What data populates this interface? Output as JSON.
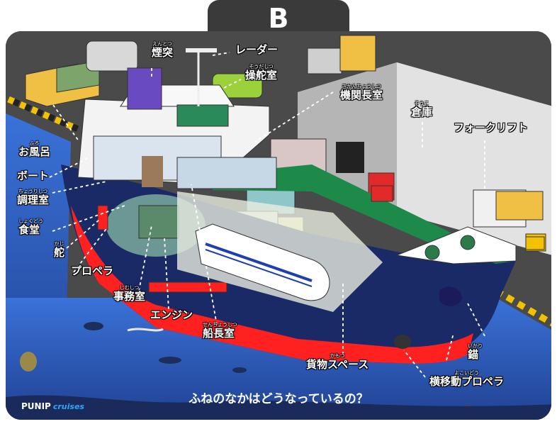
{
  "header": {
    "letter": "B"
  },
  "caption": "ふねのなかはどうなっているの？",
  "logo": {
    "main": "PUNIP",
    "sub": "cruises"
  },
  "labels": [
    {
      "key": "chimney",
      "ruby": "えんとつ",
      "text": "煙突"
    },
    {
      "key": "radar",
      "ruby": "",
      "text": "レーダー"
    },
    {
      "key": "wheelhouse",
      "ruby": "そうだしつ",
      "text": "操舵室"
    },
    {
      "key": "chief_engineer",
      "ruby": "きかんちょうしつ",
      "text": "機関長室"
    },
    {
      "key": "warehouse",
      "ruby": "そうこ",
      "text": "倉庫"
    },
    {
      "key": "forklift",
      "ruby": "",
      "text": "フォークリフト"
    },
    {
      "key": "bath",
      "ruby": "ふろ",
      "text": "お風呂"
    },
    {
      "key": "boat",
      "ruby": "",
      "text": "ボート"
    },
    {
      "key": "galley",
      "ruby": "ちょうりしつ",
      "text": "調理室"
    },
    {
      "key": "mess",
      "ruby": "しょくどう",
      "text": "食堂"
    },
    {
      "key": "rudder",
      "ruby": "かじ",
      "text": "舵"
    },
    {
      "key": "propeller",
      "ruby": "",
      "text": "プロペラ"
    },
    {
      "key": "office",
      "ruby": "じむしつ",
      "text": "事務室"
    },
    {
      "key": "engine",
      "ruby": "",
      "text": "エンジン"
    },
    {
      "key": "captain",
      "ruby": "せんちょうしつ",
      "text": "船長室"
    },
    {
      "key": "cargo",
      "ruby": "かもつ",
      "text": "貨物スペース"
    },
    {
      "key": "anchor",
      "ruby": "いかり",
      "text": "錨"
    },
    {
      "key": "thruster",
      "ruby": "よこいどう",
      "text": "横移動プロペラ"
    }
  ],
  "colors": {
    "frame": "#3a3a3a",
    "sea": "#2f63c8",
    "hull_red": "#ff2020",
    "hull_navy": "#1a2a66",
    "deck_green": "#1e8a4a",
    "warehouse": "#d9d9d9",
    "accent_text": "#ffffff"
  }
}
